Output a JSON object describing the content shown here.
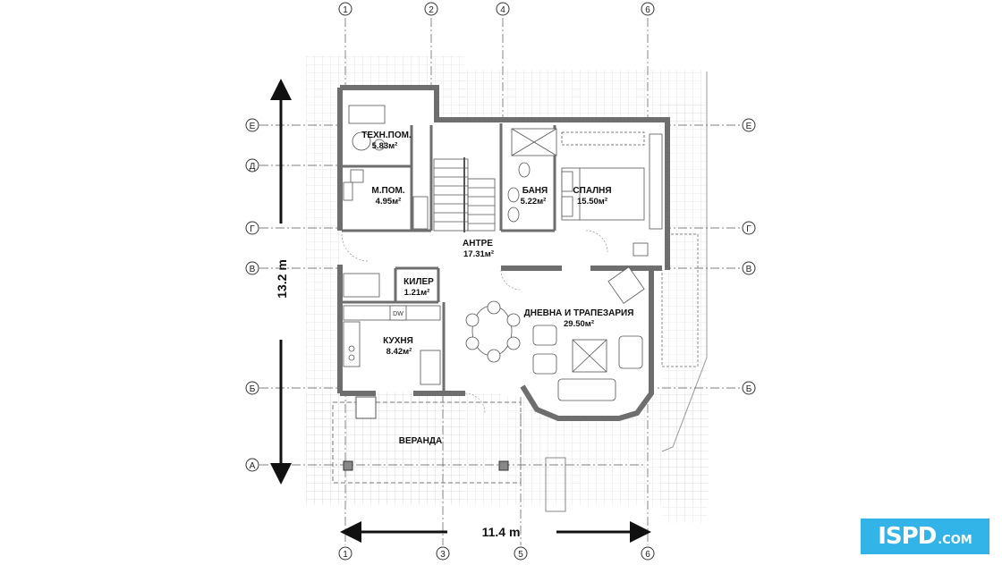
{
  "rooms": {
    "tech": {
      "name": "ТЕХН.ПОМ.",
      "area": "5.83м²"
    },
    "mpom": {
      "name": "М.ПОМ.",
      "area": "4.95м²"
    },
    "bath": {
      "name": "БАНЯ",
      "area": "5.22м²"
    },
    "bedroom": {
      "name": "СПАЛНЯ",
      "area": "15.50м²"
    },
    "hall": {
      "name": "АНТРЕ",
      "area": "17.31м²"
    },
    "pantry": {
      "name": "КИЛЕР",
      "area": "1.21м²"
    },
    "living": {
      "name": "ДНЕВНА И ТРАПЕЗАРИЯ",
      "area": "29.50м²"
    },
    "kitchen": {
      "name": "КУХНЯ",
      "area": "8.42м²"
    },
    "veranda": {
      "name": "ВЕРАНДА"
    }
  },
  "appliance": {
    "dw": "DW"
  },
  "dimensions": {
    "height": "13.2 m",
    "width": "11.4 m"
  },
  "axes": {
    "top": [
      "1",
      "2",
      "4",
      "6"
    ],
    "bottom": [
      "1",
      "3",
      "5",
      "6"
    ],
    "rows": [
      "Е",
      "Д",
      "Г",
      "В",
      "Б",
      "А"
    ]
  },
  "logo": {
    "main": "ISPD",
    "suffix": ".COM"
  },
  "colors": {
    "wall": "#6e6e6e",
    "grid": "#cfcfcf",
    "logo_bg": "#33b4e8"
  }
}
